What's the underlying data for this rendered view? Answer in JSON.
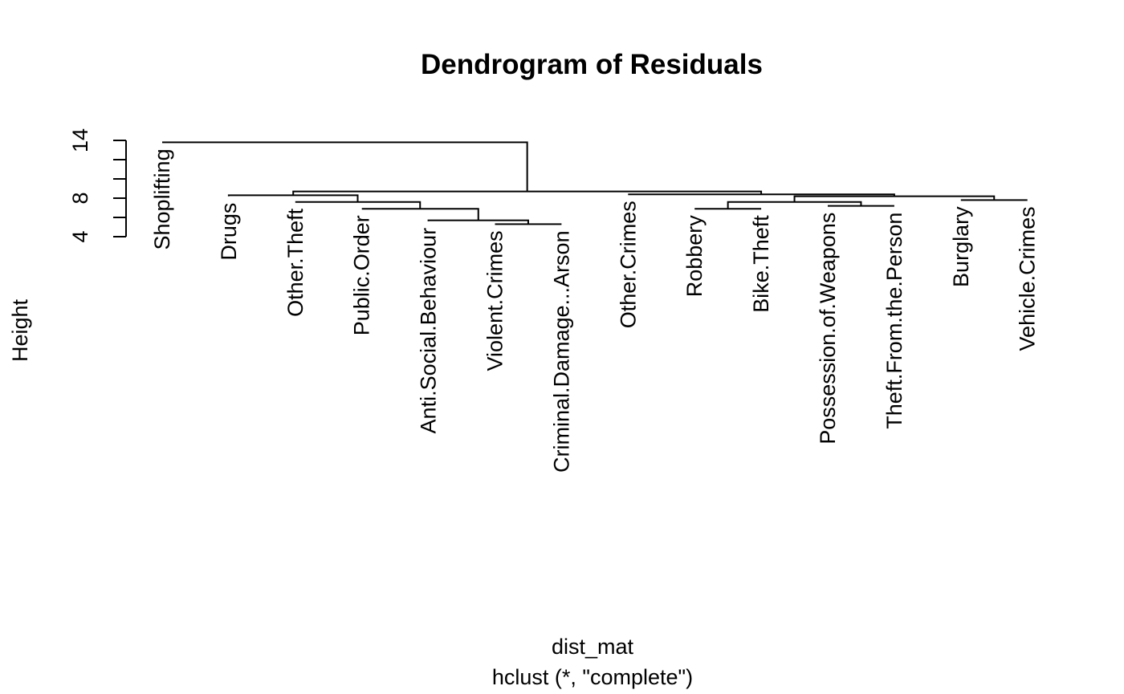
{
  "chart_data": {
    "type": "dendrogram",
    "title": "Dendrogram of Residuals",
    "xlabel": "dist_mat",
    "subtitle": "hclust (*, \"complete\")",
    "ylabel": "Height",
    "ylim": [
      4,
      14
    ],
    "yticks": [
      4,
      8,
      14
    ],
    "leaves": [
      "Shoplifting",
      "Drugs",
      "Other.Theft",
      "Public.Order",
      "Anti.Social.Behaviour",
      "Violent.Crimes",
      "Criminal.Damage...Arson",
      "Other.Crimes",
      "Robbery",
      "Bike.Theft",
      "Possession.of.Weapons",
      "Theft.From.the.Person",
      "Burglary",
      "Vehicle.Crimes"
    ],
    "leaf_heights": [
      13.8,
      8.2,
      7.6,
      6.9,
      5.6,
      5.3,
      5.3,
      8.4,
      6.9,
      6.9,
      7.2,
      7.2,
      7.8,
      7.8
    ],
    "merges": [
      {
        "id": "m1",
        "left": "L5",
        "right": "L6",
        "height": 5.3
      },
      {
        "id": "m2",
        "left": "L4",
        "right": "m1",
        "height": 5.7
      },
      {
        "id": "m3",
        "left": "m2",
        "right": "L3",
        "height": 6.9
      },
      {
        "id": "m4",
        "left": "L8",
        "right": "L9",
        "height": 6.9
      },
      {
        "id": "m5",
        "left": "L10",
        "right": "L11",
        "height": 7.2
      },
      {
        "id": "m6",
        "left": "L2",
        "right": "m3",
        "height": 7.6
      },
      {
        "id": "m7",
        "left": "m4",
        "right": "m5",
        "height": 7.6
      },
      {
        "id": "m8",
        "left": "L12",
        "right": "L13",
        "height": 7.8
      },
      {
        "id": "m9",
        "left": "m7",
        "right": "m8",
        "height": 8.2
      },
      {
        "id": "m10",
        "left": "L1",
        "right": "m6",
        "height": 8.3
      },
      {
        "id": "m11",
        "left": "L7",
        "right": "m9",
        "height": 8.4
      },
      {
        "id": "m12",
        "left": "m10",
        "right": "m11",
        "height": 8.7
      },
      {
        "id": "m13",
        "left": "L0",
        "right": "m12",
        "height": 13.8
      }
    ]
  }
}
